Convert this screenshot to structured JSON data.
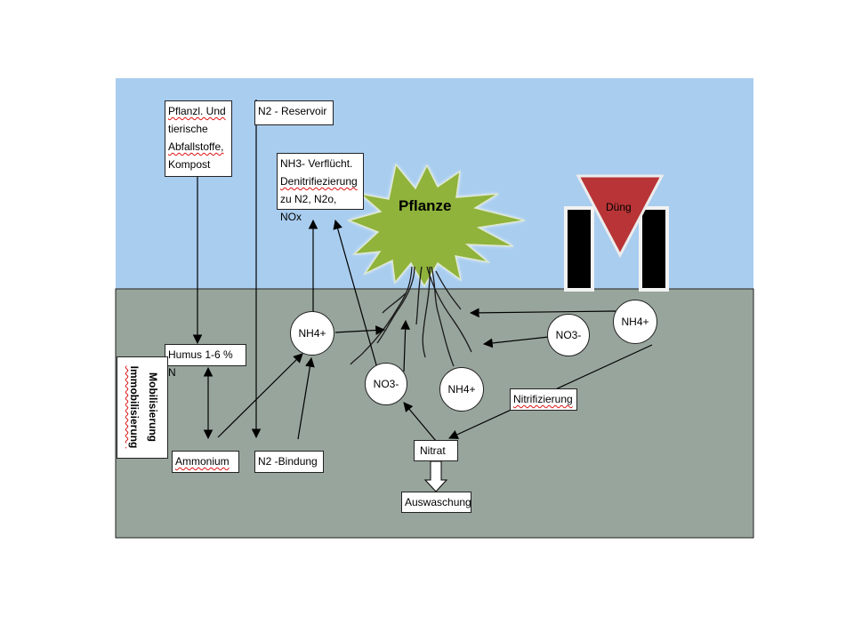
{
  "colors": {
    "sky": "#a9cdef",
    "soil": "#98a59c",
    "plant": "#8fb33b",
    "fertilizer": "#b83436",
    "pillar": "#000000"
  },
  "boxes": {
    "abfall": [
      "Pflanzl. Und",
      "tierische",
      "Abfallstoffe,",
      "Kompost"
    ],
    "n2_reservoir": "N2 - Reservoir",
    "nh3": [
      "NH3- Verflücht.",
      "Denitrifiezierung",
      "zu N2, N2o, NOx"
    ],
    "humus": "Humus 1-6 % N",
    "ammonium": "Ammonium",
    "n2_bindung": "N2 -Bindung",
    "nitrat": "Nitrat",
    "auswaschung": "Auswaschung",
    "nitrifizierung": "Nitrifizierung"
  },
  "side_labels": {
    "mobilisierung": "Mobilisierung",
    "immobilisierung": "Immobilisierung"
  },
  "circles": {
    "nh4_left": "NH4+",
    "no3_mid": "NO3-",
    "nh4_mid": "NH4+",
    "no3_right": "NO3-",
    "nh4_right": "NH4+"
  },
  "plant_label": "Pflanze",
  "fertilizer_label": "Düng"
}
